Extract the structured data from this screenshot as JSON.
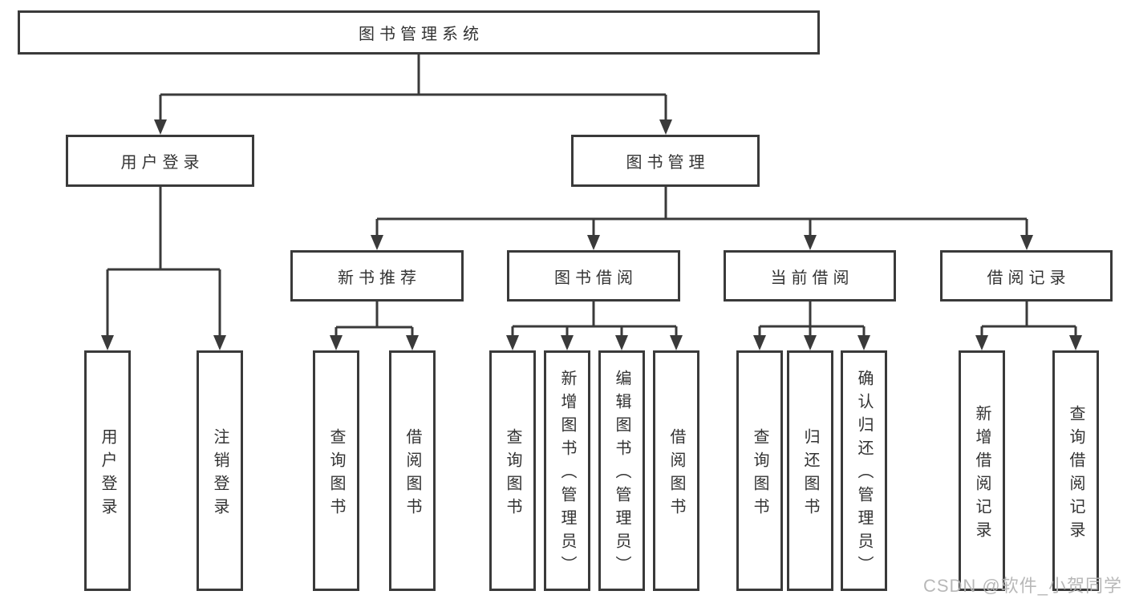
{
  "tree": {
    "root": {
      "label": "图书管理系统",
      "children": [
        {
          "label": "用户登录",
          "children": [
            {
              "label": "用户登录"
            },
            {
              "label": "注销登录"
            }
          ]
        },
        {
          "label": "图书管理",
          "children": [
            {
              "label": "新书推荐",
              "children": [
                {
                  "label": "查询图书"
                },
                {
                  "label": "借阅图书"
                }
              ]
            },
            {
              "label": "图书借阅",
              "children": [
                {
                  "label": "查询图书"
                },
                {
                  "label": "新增图书（管理员）"
                },
                {
                  "label": "编辑图书（管理员）"
                },
                {
                  "label": "借阅图书"
                }
              ]
            },
            {
              "label": "当前借阅",
              "children": [
                {
                  "label": "查询图书"
                },
                {
                  "label": "归还图书"
                },
                {
                  "label": "确认归还（管理员）"
                }
              ]
            },
            {
              "label": "借阅记录",
              "children": [
                {
                  "label": "新增借阅记录"
                },
                {
                  "label": "查询借阅记录"
                }
              ]
            }
          ]
        }
      ]
    }
  },
  "watermark": {
    "text": "CSDN @软件_小贺同学",
    "color": "#b3b3b3"
  },
  "colors": {
    "line": "#3a3a3a",
    "text": "#333333",
    "background": "#ffffff"
  }
}
